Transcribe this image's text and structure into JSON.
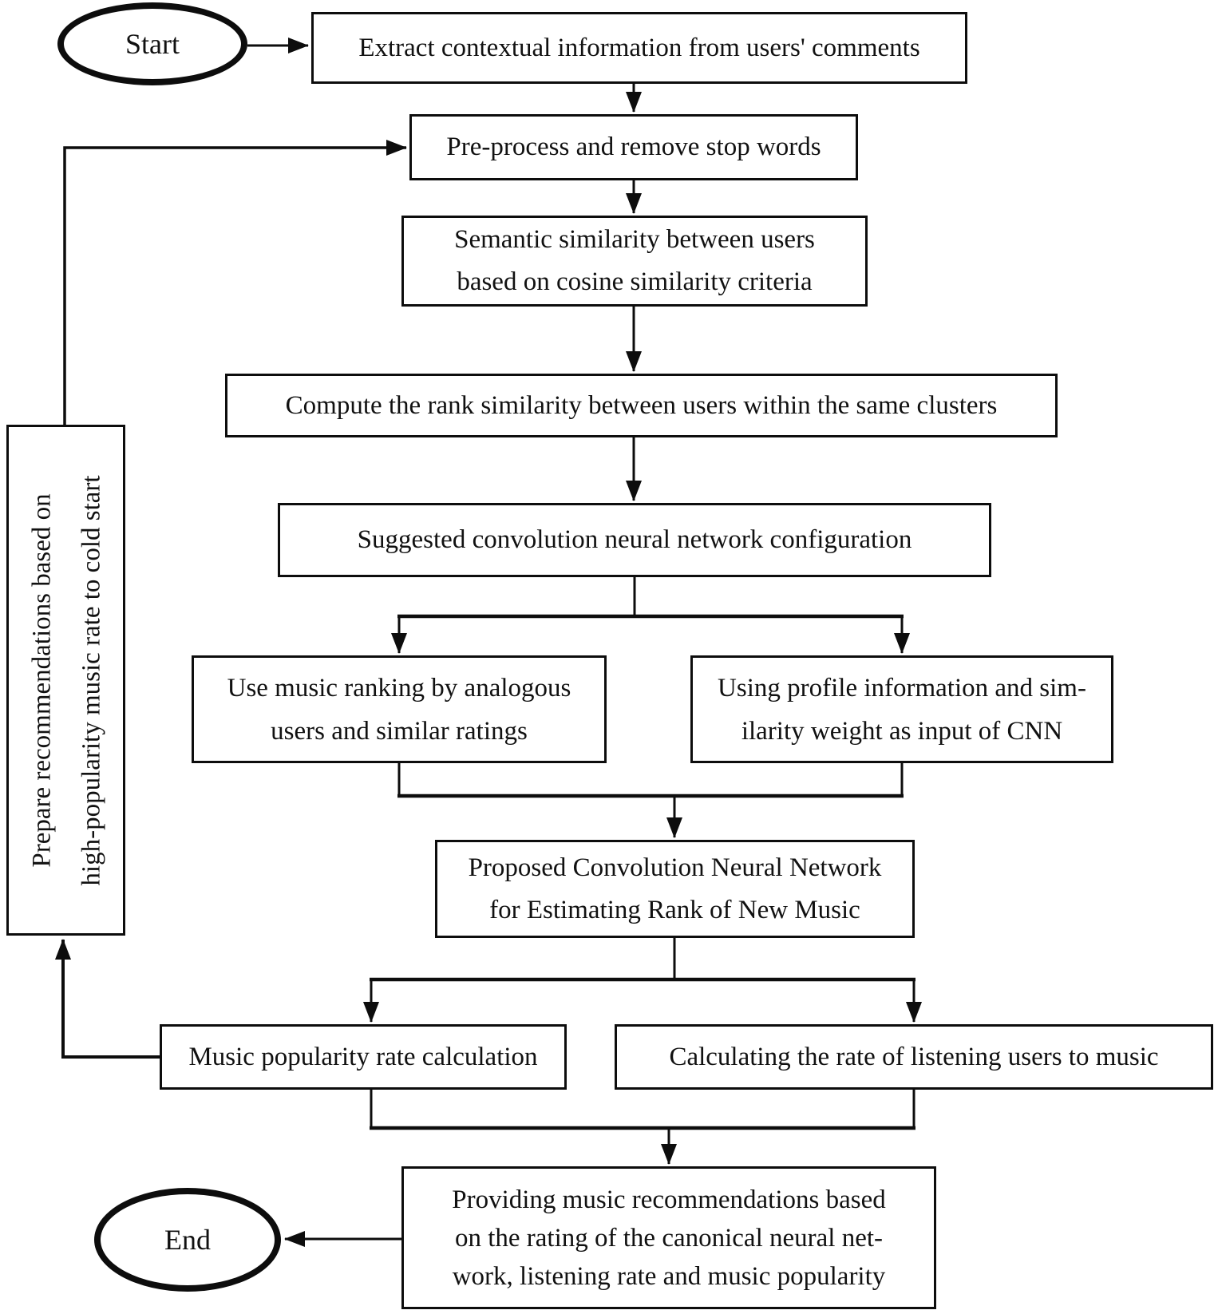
{
  "diagram": {
    "title": "Music recommendation flowchart",
    "start_label": "Start",
    "end_label": "End",
    "colors": {
      "stroke": "#000000",
      "background": "#ffffff",
      "text": "#111111"
    },
    "nodes": {
      "extract": {
        "lines": [
          "Extract contextual information from users' comments"
        ]
      },
      "preprocess": {
        "lines": [
          "Pre-process and remove stop words"
        ]
      },
      "semantic": {
        "lines": [
          "Semantic similarity between users",
          "based on cosine similarity criteria"
        ]
      },
      "rank": {
        "lines": [
          "Compute the rank similarity between users within the same clusters"
        ]
      },
      "suggested": {
        "lines": [
          "Suggested convolution neural network configuration"
        ]
      },
      "ranking": {
        "lines": [
          "Use music ranking by analogous",
          "users and similar ratings"
        ]
      },
      "profile": {
        "lines": [
          "Using profile information and sim-",
          "ilarity weight as input of CNN"
        ]
      },
      "proposed": {
        "lines": [
          "Proposed Convolution Neural Network",
          "for Estimating Rank of New Music"
        ]
      },
      "popularity": {
        "lines": [
          "Music popularity rate calculation"
        ]
      },
      "listening": {
        "lines": [
          "Calculating the rate of listening users to music"
        ]
      },
      "providing": {
        "lines": [
          "Providing music recommendations based",
          "on the rating of the canonical neural net-",
          "work, listening rate and music popularity"
        ]
      },
      "prepare": {
        "lines": [
          "Prepare recommendations based on",
          "high-popularity music rate to cold start"
        ]
      }
    }
  }
}
